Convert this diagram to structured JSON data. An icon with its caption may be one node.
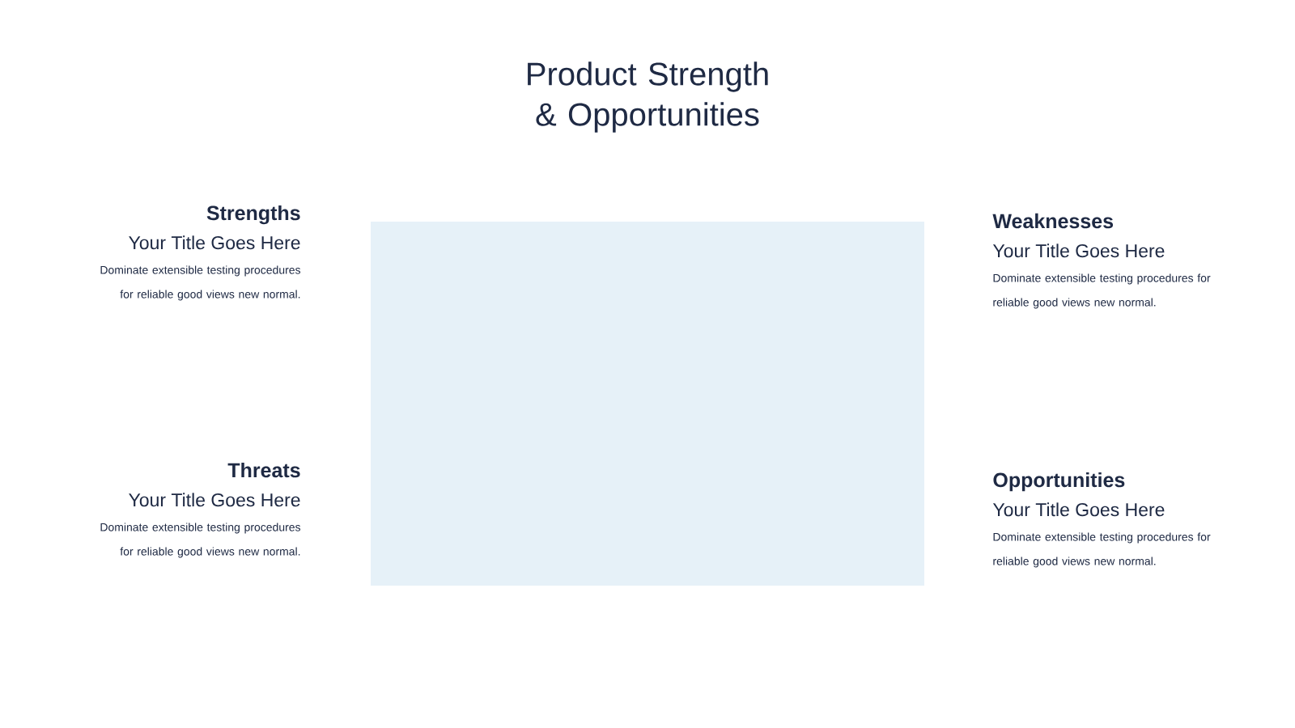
{
  "diagram": {
    "title": "Product Strength & Opportunities",
    "labels": [
      "Strengths",
      "Your Title Goes Here",
      "Dominate extensible testing procedures for reliable good views new normal.",
      "Weaknesses",
      "Your Title Goes Here",
      "Dominate extensible testing procedures for reliable good views new normal.",
      "Threats",
      "Your Title Goes Here",
      "Dominate extensible testing procedures for reliable good views new normal.",
      "Opportunities",
      "Your Title Goes Here",
      "Dominate extensible testing procedures for reliable good views new normal."
    ]
  }
}
